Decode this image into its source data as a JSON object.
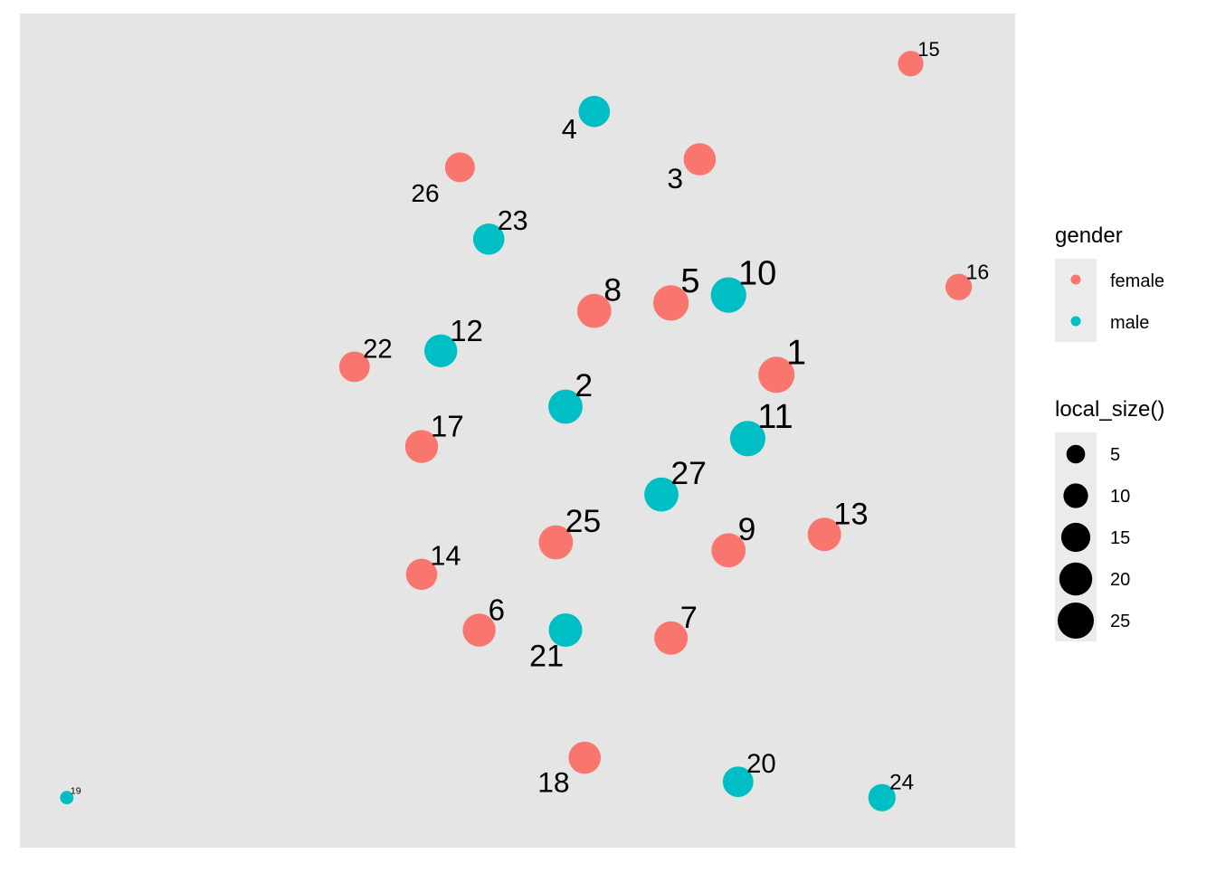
{
  "chart_data": {
    "type": "scatter",
    "title": "",
    "xlabel": "",
    "ylabel": "",
    "grid": false,
    "axes_visible": false,
    "legend_position": "right",
    "colors": {
      "female": "#F8766D",
      "male": "#00BFC4",
      "panel": "#E5E5E5",
      "legend_key_bg": "#EBEBEB",
      "text": "#000000"
    },
    "legend": {
      "color_title": "gender",
      "color_entries": [
        {
          "label": "female",
          "color": "#F8766D"
        },
        {
          "label": "male",
          "color": "#00BFC4"
        }
      ],
      "size_title": "local_size()",
      "size_entries": [
        {
          "label": "5",
          "value": 5
        },
        {
          "label": "10",
          "value": 10
        },
        {
          "label": "15",
          "value": 15
        },
        {
          "label": "20",
          "value": 20
        },
        {
          "label": "25",
          "value": 25
        }
      ]
    },
    "points": [
      {
        "id": "1",
        "gender": "female",
        "size": 25,
        "x": 0.77,
        "y": 0.57
      },
      {
        "id": "2",
        "gender": "male",
        "size": 22,
        "x": 0.55,
        "y": 0.53
      },
      {
        "id": "3",
        "gender": "female",
        "size": 19,
        "x": 0.69,
        "y": 0.84
      },
      {
        "id": "4",
        "gender": "male",
        "size": 18,
        "x": 0.58,
        "y": 0.9
      },
      {
        "id": "5",
        "gender": "female",
        "size": 24,
        "x": 0.66,
        "y": 0.66
      },
      {
        "id": "6",
        "gender": "female",
        "size": 20,
        "x": 0.46,
        "y": 0.25
      },
      {
        "id": "7",
        "gender": "female",
        "size": 21,
        "x": 0.66,
        "y": 0.24
      },
      {
        "id": "8",
        "gender": "female",
        "size": 22,
        "x": 0.58,
        "y": 0.65
      },
      {
        "id": "9",
        "gender": "female",
        "size": 22,
        "x": 0.72,
        "y": 0.35
      },
      {
        "id": "10",
        "gender": "male",
        "size": 24,
        "x": 0.72,
        "y": 0.67
      },
      {
        "id": "11",
        "gender": "male",
        "size": 24,
        "x": 0.74,
        "y": 0.49
      },
      {
        "id": "12",
        "gender": "male",
        "size": 20,
        "x": 0.42,
        "y": 0.6
      },
      {
        "id": "13",
        "gender": "female",
        "size": 21,
        "x": 0.82,
        "y": 0.37
      },
      {
        "id": "14",
        "gender": "female",
        "size": 18,
        "x": 0.4,
        "y": 0.32
      },
      {
        "id": "15",
        "gender": "female",
        "size": 11,
        "x": 0.91,
        "y": 0.96
      },
      {
        "id": "16",
        "gender": "female",
        "size": 12,
        "x": 0.96,
        "y": 0.68
      },
      {
        "id": "17",
        "gender": "female",
        "size": 20,
        "x": 0.4,
        "y": 0.48
      },
      {
        "id": "18",
        "gender": "female",
        "size": 19,
        "x": 0.57,
        "y": 0.09
      },
      {
        "id": "19",
        "gender": "male",
        "size": 2,
        "x": 0.03,
        "y": 0.04
      },
      {
        "id": "20",
        "gender": "male",
        "size": 17,
        "x": 0.73,
        "y": 0.06
      },
      {
        "id": "21",
        "gender": "male",
        "size": 21,
        "x": 0.55,
        "y": 0.25
      },
      {
        "id": "22",
        "gender": "female",
        "size": 17,
        "x": 0.33,
        "y": 0.58
      },
      {
        "id": "23",
        "gender": "male",
        "size": 18,
        "x": 0.47,
        "y": 0.74
      },
      {
        "id": "24",
        "gender": "male",
        "size": 13,
        "x": 0.88,
        "y": 0.04
      },
      {
        "id": "25",
        "gender": "female",
        "size": 22,
        "x": 0.54,
        "y": 0.36
      },
      {
        "id": "26",
        "gender": "female",
        "size": 16,
        "x": 0.44,
        "y": 0.83
      },
      {
        "id": "27",
        "gender": "male",
        "size": 22,
        "x": 0.65,
        "y": 0.42
      }
    ]
  }
}
